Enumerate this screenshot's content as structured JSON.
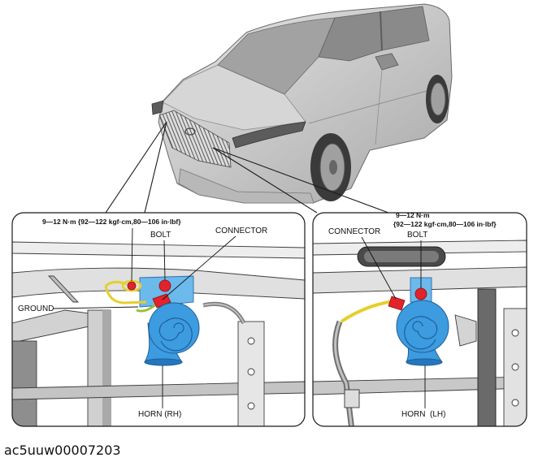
{
  "left_panel": {
    "torque_spec": "9—12 N·m {92—122 kgf·cm,80—106 in·lbf}",
    "bolt_label": "BOLT",
    "connector_label": "CONNECTOR",
    "ground_label": "GROUND",
    "horn_label": "HORN (RH)"
  },
  "right_panel": {
    "torque_spec_line1": "9—12 N·m",
    "torque_spec_line2": "{92—122 kgf·cm,80—106 in·lbf}",
    "connector_label": "CONNECTOR",
    "bolt_label": "BOLT",
    "horn_label": "HORN  (LH)"
  },
  "figure_code": "ac5uuw00007203",
  "colors": {
    "horn": "#3d9be0",
    "horn_outline": "#1d5f98",
    "bolt": "#e3232c",
    "bracket": "#6cb9ec",
    "ground_wire": "#e6cf2a",
    "vehicle_body": "#c8c8c8"
  }
}
